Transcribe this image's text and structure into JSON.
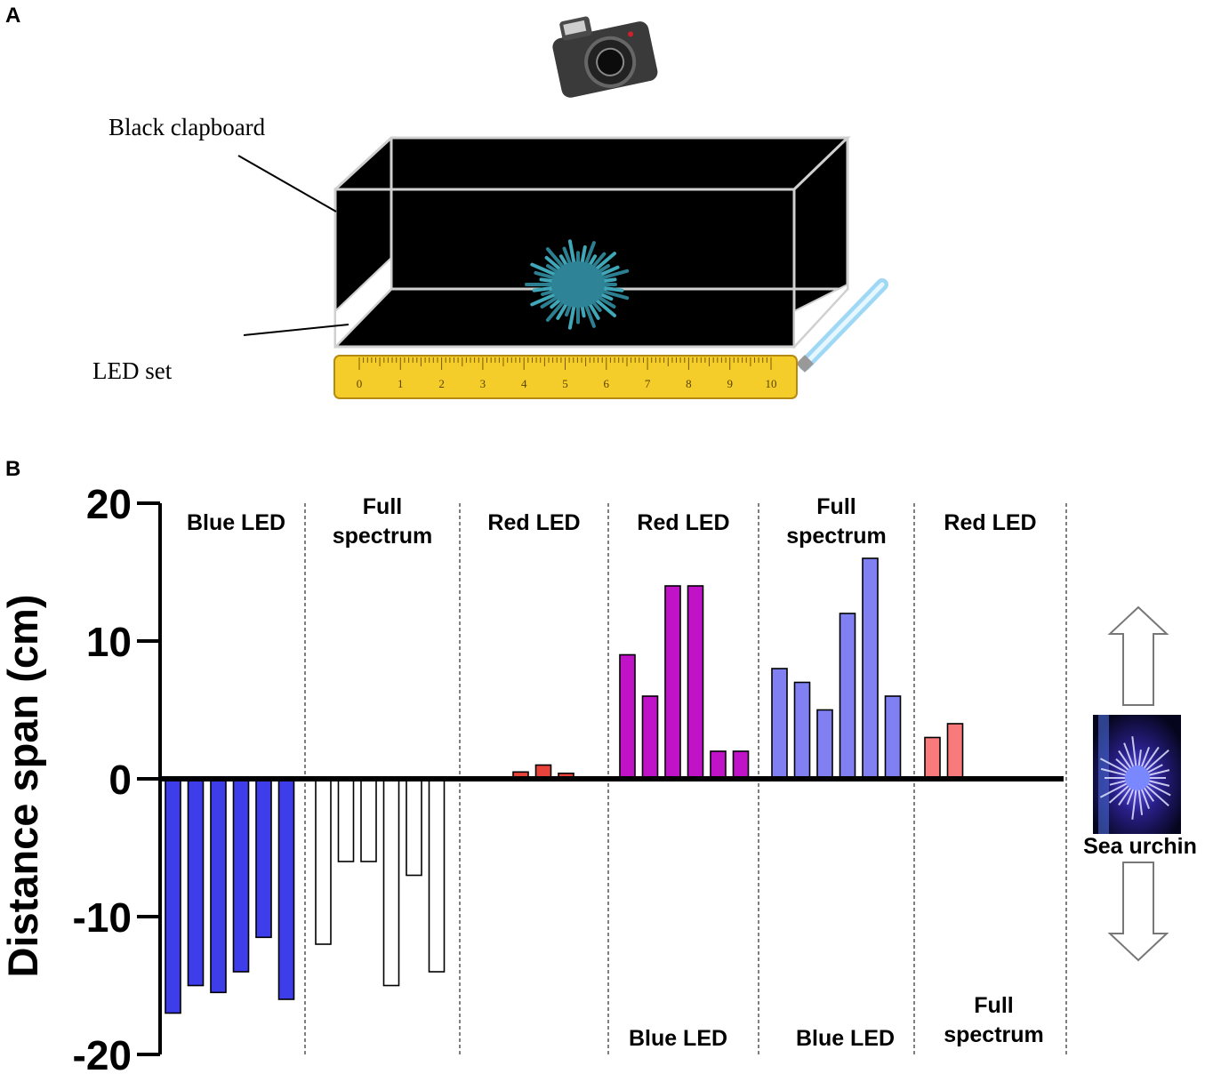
{
  "panel_a": {
    "letter": "A",
    "labels": {
      "clapboard": "Black clapboard",
      "led": "LED set"
    },
    "ruler_ticks": [
      "0",
      "1",
      "2",
      "3",
      "4",
      "5",
      "6",
      "7",
      "8",
      "9",
      "10"
    ],
    "icons": [
      "camera-icon",
      "sea-urchin-icon",
      "led-tube-icon",
      "ruler-icon"
    ]
  },
  "panel_b": {
    "letter": "B",
    "side_label": "Sea urchin",
    "icons": [
      "arrow-up-icon",
      "arrow-down-icon",
      "sea-urchin-photo"
    ]
  },
  "chart_data": {
    "type": "bar",
    "ylabel": "Distance span (cm)",
    "ylim": [
      -20,
      20
    ],
    "yticks": [
      20,
      10,
      0,
      -10,
      -20
    ],
    "grid": false,
    "groups": [
      {
        "top_label": "Blue LED",
        "bottom_label": "",
        "color": "#3d3dea",
        "values": [
          -17,
          -15,
          -15.5,
          -14,
          -11.5,
          -16
        ]
      },
      {
        "top_label": "Full spectrum",
        "bottom_label": "",
        "color": "#ffffff",
        "values": [
          -12,
          -6,
          -6,
          -15,
          -7,
          -14
        ]
      },
      {
        "top_label": "Red LED",
        "bottom_label": "",
        "color": "#e8433a",
        "values": [
          0.5,
          1,
          0.4
        ]
      },
      {
        "top_label": "Red LED",
        "bottom_label": "Blue LED",
        "color": "#c013c8",
        "values": [
          9,
          6,
          14,
          14,
          2,
          2
        ]
      },
      {
        "top_label": "Full spectrum",
        "bottom_label": "Blue LED",
        "color": "#8080f2",
        "values": [
          8,
          7,
          5,
          12,
          16,
          6
        ]
      },
      {
        "top_label": "Red LED",
        "bottom_label": "Full spectrum",
        "color": "#f87a7a",
        "values": [
          3,
          4
        ]
      }
    ]
  }
}
